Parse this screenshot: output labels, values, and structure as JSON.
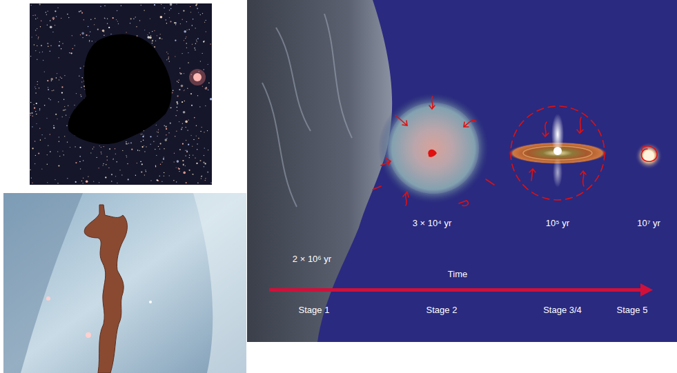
{
  "diagram": {
    "labels": [
      "3 × 10⁴ yr",
      "10⁵ yr",
      "10⁷ yr",
      "2 × 10⁶ yr",
      "Time",
      "Stage 1",
      "Stage 2",
      "Stage 3/4",
      "Stage 5"
    ]
  }
}
